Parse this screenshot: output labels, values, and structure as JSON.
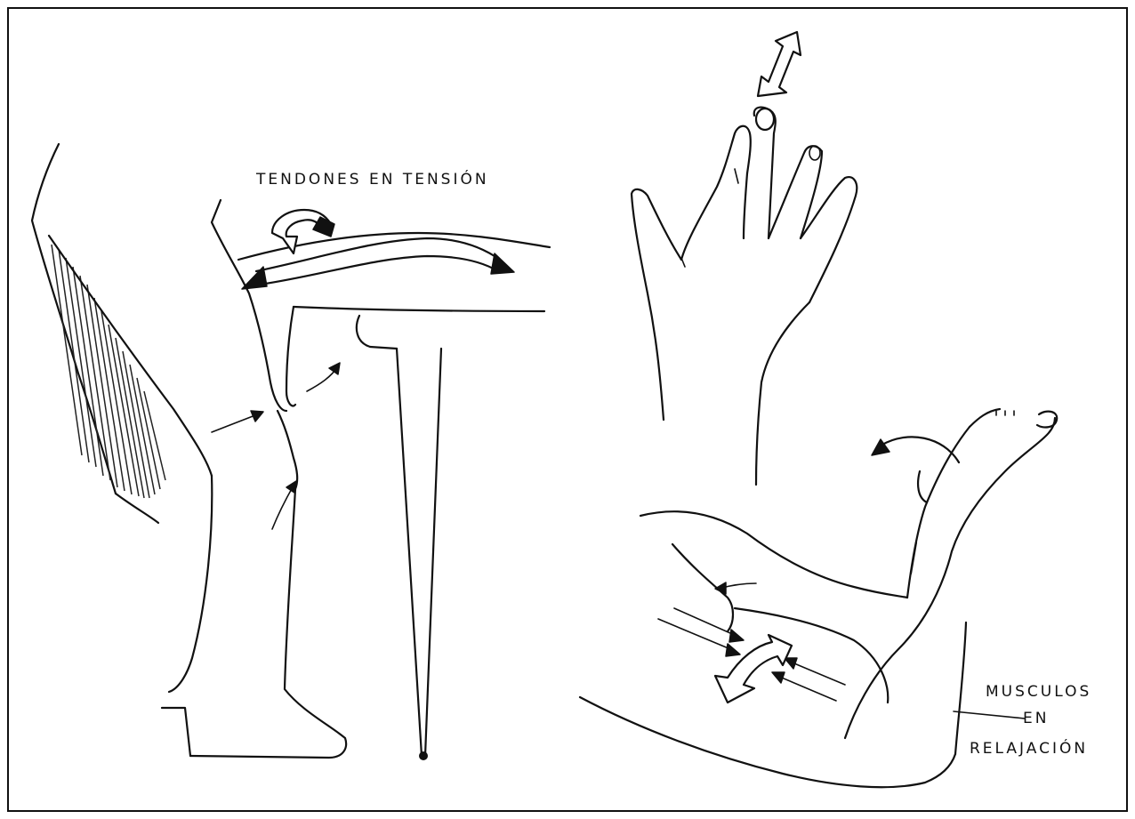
{
  "labels": {
    "tendons": "TENDONES EN TENSIÓN",
    "muscles_line1": "MUSCULOS",
    "muscles_line2": "EN",
    "muscles_line3": "RELAJACIÓN"
  },
  "colors": {
    "ink": "#111111",
    "paper": "#ffffff",
    "hatch": "#222222"
  }
}
